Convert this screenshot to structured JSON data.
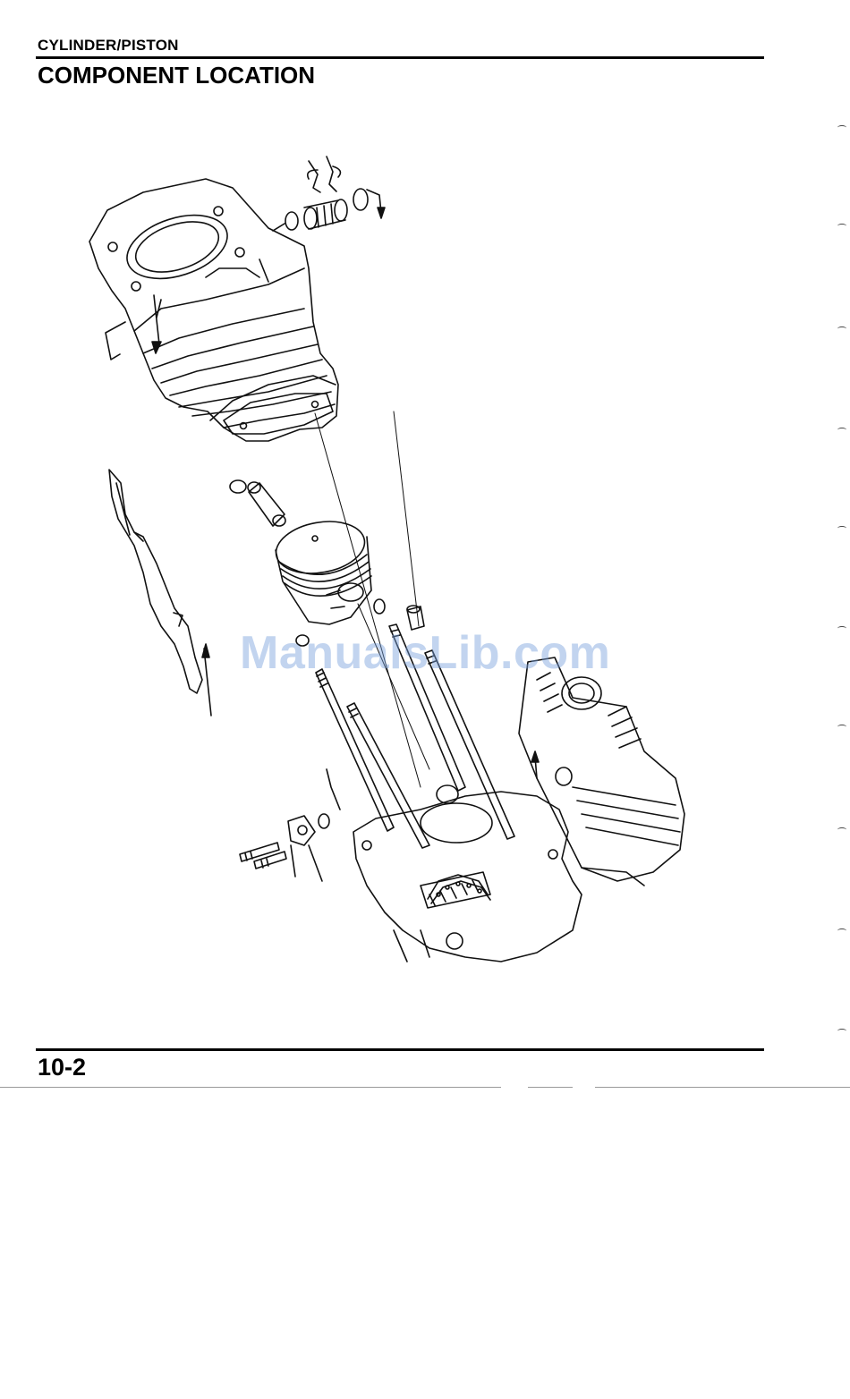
{
  "header": {
    "section_title": "CYLINDER/PISTON",
    "page_title": "COMPONENT LOCATION"
  },
  "footer": {
    "page_number": "10-2"
  },
  "watermark": {
    "text": "ManualsLib.com"
  },
  "colors": {
    "rule": "#000000",
    "watermark": "#78a0dc"
  }
}
